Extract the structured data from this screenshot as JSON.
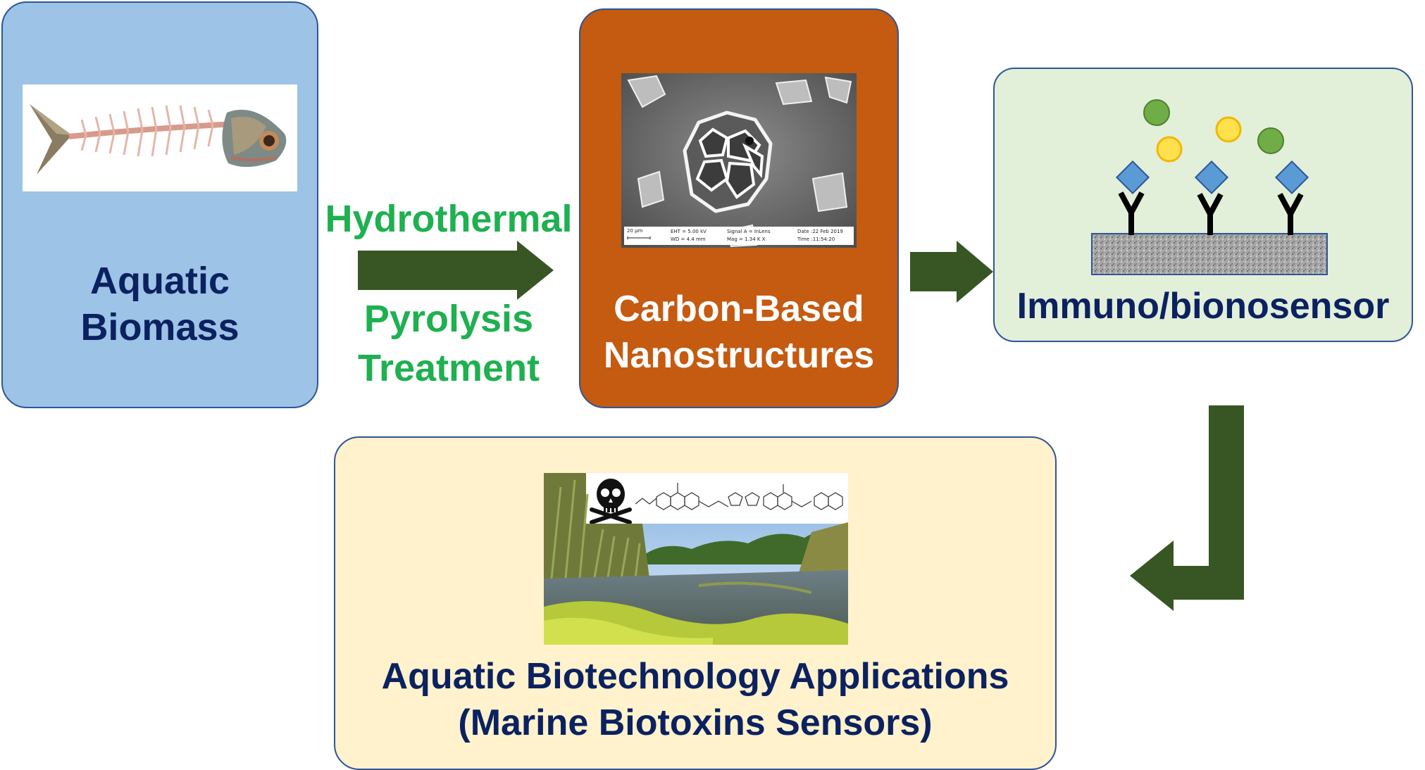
{
  "nodes": {
    "biomass": {
      "title": "Aquatic\nBiomass"
    },
    "carbon": {
      "title": "Carbon-Based\nNanostructures"
    },
    "sensor": {
      "title": "Immuno/bionosensor"
    },
    "apps": {
      "title": "Aquatic Biotechnology Applications\n(Marine Biotoxins Sensors)"
    }
  },
  "process": {
    "line1": "Hydrothermal",
    "line2": "Pyrolysis\nTreatment"
  },
  "sem_caption": {
    "scale": "20 µm",
    "eht": "EHT = 5.00 kV",
    "wd": "WD = 4.4 mm",
    "signal": "Signal A = InLens",
    "mag": "Mag = 1.34 K X",
    "date": "Date :22 Feb 2019",
    "time": "Time :11:54:20"
  },
  "colors": {
    "biomass_fill": "#9dc3e6",
    "carbon_fill": "#c55a11",
    "sensor_fill": "#e2efd9",
    "apps_fill": "#fff2cc",
    "arrow": "#375623",
    "process_text": "#1fb050",
    "title_text": "#0b2160"
  },
  "icons": [
    "fish-skeleton-icon",
    "skull-crossbones-icon",
    "antibody-icon",
    "antigen-diamond-icon"
  ]
}
